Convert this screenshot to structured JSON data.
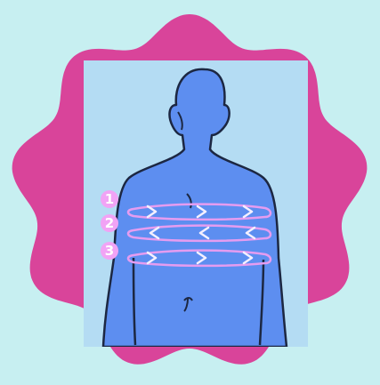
{
  "colors": {
    "page_background": "#c7eff1",
    "badge": "#d9449a",
    "panel": "#b4dcf3",
    "body_fill": "#5d8ef0",
    "body_outline": "#1c2742",
    "stroke_path": "#e59cf0",
    "step_circle": "#f1a3f5",
    "step_text": "#ffffff"
  },
  "icons": [
    "scalloped-badge",
    "human-back-silhouette",
    "arrow-right-icon",
    "arrow-left-icon"
  ],
  "steps": [
    {
      "number": "1",
      "direction": "right"
    },
    {
      "number": "2",
      "direction": "left"
    },
    {
      "number": "3",
      "direction": "right"
    }
  ]
}
